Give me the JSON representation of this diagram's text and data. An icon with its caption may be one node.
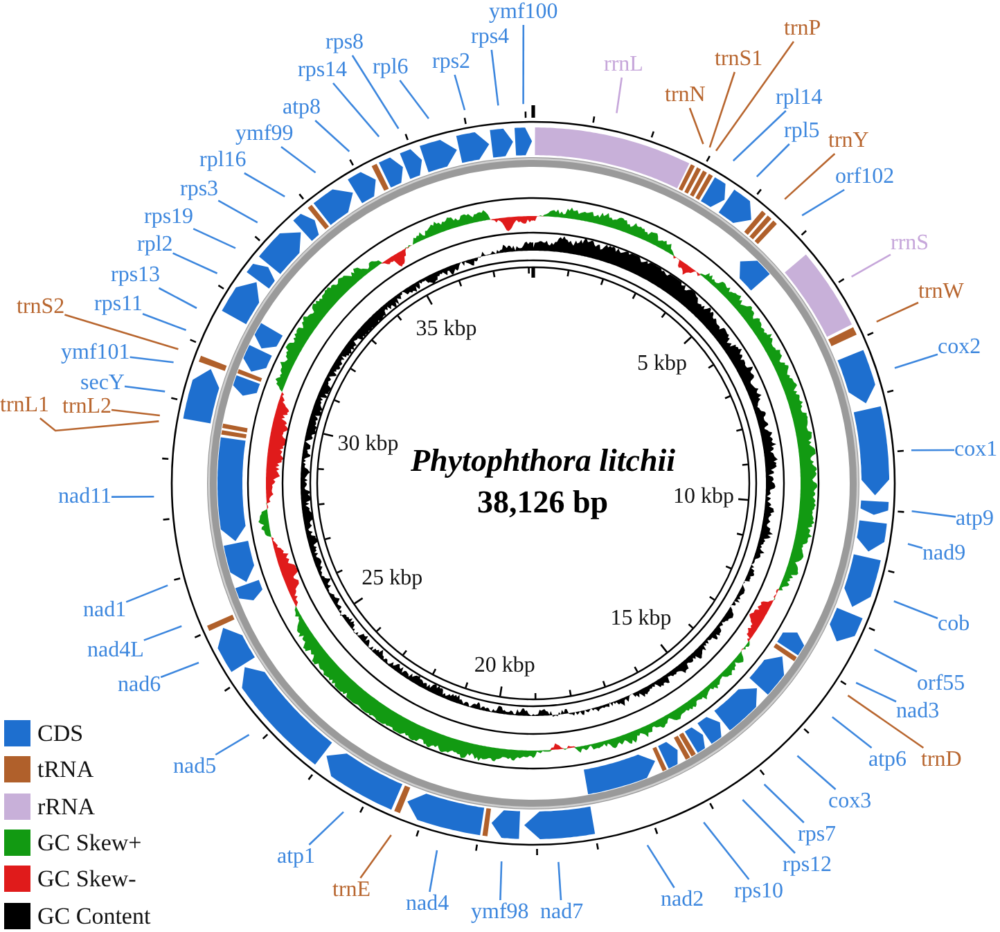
{
  "diagram": {
    "nodes": [
      {
        "text": [
          "ymf100"
        ]
      },
      {
        "text": [
          "rrnL"
        ]
      },
      {
        "text": [
          "trnP"
        ]
      },
      {
        "text": [
          "trnS1"
        ]
      },
      {
        "text": [
          "trnN"
        ]
      },
      {
        "text": [
          "rpl14"
        ]
      },
      {
        "text": [
          "rpl5"
        ]
      },
      {
        "text": [
          "trnY"
        ]
      },
      {
        "text": [
          "orf102"
        ]
      },
      {
        "text": [
          "rrnS"
        ]
      },
      {
        "text": [
          "trnW"
        ]
      },
      {
        "text": [
          "cox2"
        ]
      },
      {
        "text": [
          "cox1"
        ]
      },
      {
        "text": [
          "atp9"
        ]
      },
      {
        "text": [
          "nad9"
        ]
      },
      {
        "text": [
          "cob"
        ]
      },
      {
        "text": [
          "orf55"
        ]
      },
      {
        "text": [
          "nad3"
        ]
      },
      {
        "text": [
          "trnD"
        ]
      },
      {
        "text": [
          "atp6"
        ]
      },
      {
        "text": [
          "cox3"
        ]
      },
      {
        "text": [
          "rps7"
        ]
      },
      {
        "text": [
          "rps12"
        ]
      },
      {
        "text": [
          "rps10"
        ]
      },
      {
        "text": [
          "nad2"
        ]
      },
      {
        "text": [
          "nad7"
        ]
      },
      {
        "text": [
          "ymf98"
        ]
      },
      {
        "text": [
          "nad4"
        ]
      },
      {
        "text": [
          "trnE"
        ]
      },
      {
        "text": [
          "atp1"
        ]
      },
      {
        "text": [
          "nad5"
        ]
      },
      {
        "text": [
          "nad6"
        ]
      },
      {
        "text": [
          "nad4L"
        ]
      },
      {
        "text": [
          "nad1"
        ]
      },
      {
        "text": [
          "nad11"
        ]
      },
      {
        "text": [
          "trnL2"
        ]
      },
      {
        "text": [
          "trnL1"
        ]
      },
      {
        "text": [
          "secY"
        ]
      },
      {
        "text": [
          "ymf101"
        ]
      },
      {
        "text": [
          "trnS2"
        ]
      },
      {
        "text": [
          "rps11"
        ]
      },
      {
        "text": [
          "rps13"
        ]
      },
      {
        "text": [
          "rpl2"
        ]
      },
      {
        "text": [
          "rps19"
        ]
      },
      {
        "text": [
          "rps3"
        ]
      },
      {
        "text": [
          "rpl16"
        ]
      },
      {
        "text": [
          "ymf99"
        ]
      },
      {
        "text": [
          "atp8"
        ]
      },
      {
        "text": [
          "rps14"
        ]
      },
      {
        "text": [
          "rps8"
        ]
      },
      {
        "text": [
          "rpl6"
        ]
      },
      {
        "text": [
          "rps2"
        ]
      },
      {
        "text": [
          "rps4"
        ]
      }
    ],
    "edges": [
      {
        "from": 0,
        "to": null,
        "arrow": "none"
      },
      {
        "from": 1,
        "to": null,
        "arrow": "none",
        "color": "#c6a6da"
      },
      {
        "from": 2,
        "to": null,
        "arrow": "none",
        "color": "#b8662f"
      },
      {
        "from": 3,
        "to": null,
        "arrow": "none",
        "color": "#b8662f"
      },
      {
        "from": 4,
        "to": null,
        "arrow": "none",
        "color": "#b8662f"
      },
      {
        "from": 5,
        "to": null,
        "arrow": "none"
      },
      {
        "from": 6,
        "to": null,
        "arrow": "none"
      },
      {
        "from": 7,
        "to": null,
        "arrow": "none",
        "color": "#b8662f"
      },
      {
        "from": 8,
        "to": null,
        "arrow": "none"
      },
      {
        "from": 9,
        "to": null,
        "arrow": "none",
        "color": "#c6a6da"
      },
      {
        "from": 10,
        "to": null,
        "arrow": "none",
        "color": "#b8662f"
      },
      {
        "from": 11,
        "to": null,
        "arrow": "none"
      },
      {
        "from": 12,
        "to": null,
        "arrow": "none"
      },
      {
        "from": 13,
        "to": null,
        "arrow": "none"
      },
      {
        "from": 14,
        "to": null,
        "arrow": "none"
      },
      {
        "from": 15,
        "to": null,
        "arrow": "none"
      },
      {
        "from": 16,
        "to": null,
        "arrow": "none"
      },
      {
        "from": 17,
        "to": null,
        "arrow": "none"
      },
      {
        "from": 18,
        "to": null,
        "arrow": "none",
        "color": "#b8662f"
      },
      {
        "from": 19,
        "to": null,
        "arrow": "none"
      },
      {
        "from": 20,
        "to": null,
        "arrow": "none"
      },
      {
        "from": 21,
        "to": null,
        "arrow": "none"
      },
      {
        "from": 22,
        "to": null,
        "arrow": "none"
      },
      {
        "from": 23,
        "to": null,
        "arrow": "none"
      },
      {
        "from": 24,
        "to": null,
        "arrow": "none"
      },
      {
        "from": 25,
        "to": null,
        "arrow": "none"
      },
      {
        "from": 26,
        "to": null,
        "arrow": "none"
      },
      {
        "from": 27,
        "to": null,
        "arrow": "none"
      },
      {
        "from": 28,
        "to": null,
        "arrow": "none",
        "color": "#b8662f"
      },
      {
        "from": 29,
        "to": null,
        "arrow": "none"
      },
      {
        "from": 30,
        "to": null,
        "arrow": "none"
      },
      {
        "from": 31,
        "to": null,
        "arrow": "none"
      },
      {
        "from": 32,
        "to": null,
        "arrow": "none"
      },
      {
        "from": 33,
        "to": null,
        "arrow": "none"
      },
      {
        "from": 34,
        "to": null,
        "arrow": "none"
      },
      {
        "from": 35,
        "to": null,
        "arrow": "none",
        "color": "#b8662f"
      },
      {
        "from": 36,
        "to": null,
        "arrow": "none",
        "color": "#b8662f"
      },
      {
        "from": 37,
        "to": null,
        "arrow": "none"
      },
      {
        "from": 38,
        "to": null,
        "arrow": "none"
      },
      {
        "from": 39,
        "to": null,
        "arrow": "none",
        "color": "#b8662f"
      },
      {
        "from": 40,
        "to": null,
        "arrow": "none"
      },
      {
        "from": 41,
        "to": null,
        "arrow": "none"
      },
      {
        "from": 42,
        "to": null,
        "arrow": "none"
      },
      {
        "from": 43,
        "to": null,
        "arrow": "none"
      },
      {
        "from": 44,
        "to": null,
        "arrow": "none"
      },
      {
        "from": 45,
        "to": null,
        "arrow": "none"
      },
      {
        "from": 46,
        "to": null,
        "arrow": "none"
      },
      {
        "from": 47,
        "to": null,
        "arrow": "none"
      },
      {
        "from": 48,
        "to": null,
        "arrow": "none"
      },
      {
        "from": 49,
        "to": null,
        "arrow": "none"
      },
      {
        "from": 50,
        "to": null,
        "arrow": "none"
      },
      {
        "from": 51,
        "to": null,
        "arrow": "none"
      },
      {
        "from": 52,
        "to": null,
        "arrow": "none"
      }
    ],
    "labels": [
      "Phytophthora litchii",
      "38,126 bp",
      "5 kbp",
      "10 kbp",
      "15 kbp",
      "20 kbp",
      "25 kbp",
      "30 kbp",
      "35 kbp"
    ],
    "legend": [
      {
        "text": "CDS",
        "color": "#1e6fcf"
      },
      {
        "text": "tRNA",
        "color": "#b0602b"
      },
      {
        "text": "rRNA",
        "color": "#c8b0d9"
      },
      {
        "text": "GC Skew+",
        "color": "#129a12"
      },
      {
        "text": "GC Skew-",
        "color": "#e01b1b"
      },
      {
        "text": "GC Content",
        "color": "#000000"
      }
    ]
  }
}
